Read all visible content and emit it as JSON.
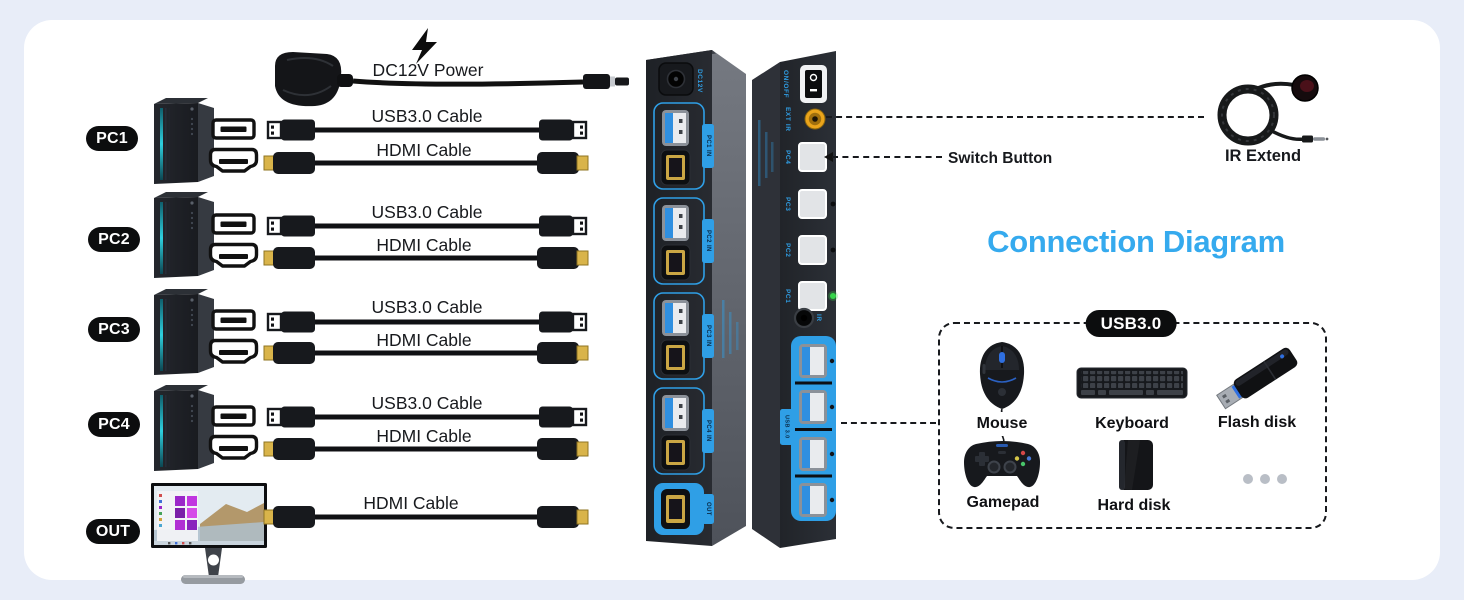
{
  "title": "Connection Diagram",
  "colors": {
    "accent": "#35aaee",
    "device_blue": "#2f9fe6",
    "background": "#e8edf8"
  },
  "power": {
    "label": "DC12V Power"
  },
  "rows": [
    {
      "pill": "PC1",
      "usb_cable": "USB3.0 Cable",
      "hdmi_cable": "HDMI Cable"
    },
    {
      "pill": "PC2",
      "usb_cable": "USB3.0 Cable",
      "hdmi_cable": "HDMI Cable"
    },
    {
      "pill": "PC3",
      "usb_cable": "USB3.0 Cable",
      "hdmi_cable": "HDMI Cable"
    },
    {
      "pill": "PC4",
      "usb_cable": "USB3.0 Cable",
      "hdmi_cable": "HDMI Cable"
    }
  ],
  "out": {
    "pill": "OUT",
    "hdmi_cable": "HDMI Cable"
  },
  "back_panel": {
    "dc": "DC12V",
    "in_tags": [
      "PC1 IN",
      "PC2 IN",
      "PC3 IN",
      "PC4 IN"
    ],
    "out_tag": "OUT"
  },
  "front_panel": {
    "power_switch": "ON/OFF",
    "ext_ir": "EXT IR",
    "buttons": [
      "PC4",
      "PC3",
      "PC2",
      "PC1"
    ],
    "ir": "IR",
    "usb_tag": "USB 3.0"
  },
  "callouts": {
    "switch_button": "Switch Button",
    "ir_extend": "IR Extend"
  },
  "usb_box": {
    "pill": "USB3.0",
    "items": {
      "mouse": "Mouse",
      "keyboard": "Keyboard",
      "flash": "Flash disk",
      "gamepad": "Gamepad",
      "hard_disk": "Hard disk"
    }
  }
}
